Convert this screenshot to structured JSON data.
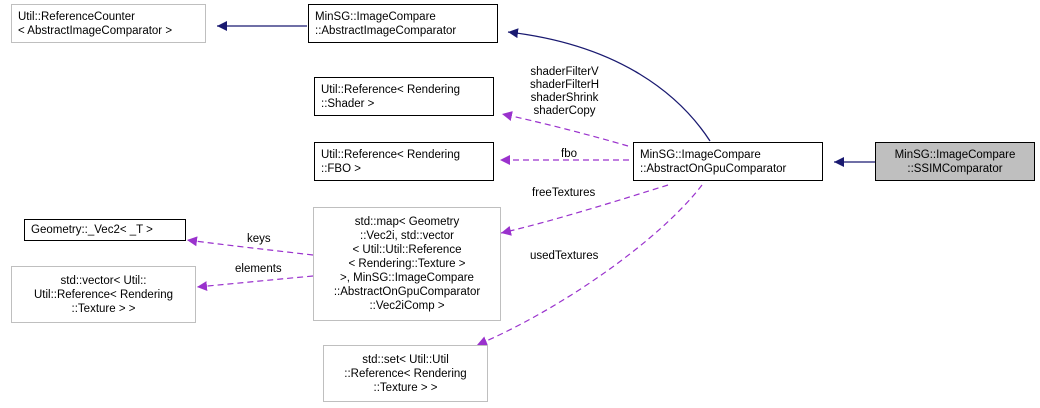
{
  "colors": {
    "inheritance_edge": "#191970",
    "usage_edge": "#9a32cd",
    "node_border": "#000000",
    "external_node_border": "#bfbfbf",
    "highlight_fill": "#bfbfbf"
  },
  "nodes": {
    "ref_counter": [
      "Util::ReferenceCounter",
      "< AbstractImageComparator >"
    ],
    "abstract_image_comparator": [
      "MinSG::ImageCompare",
      "::AbstractImageComparator"
    ],
    "ref_shader": [
      "Util::Reference< Rendering",
      "::Shader >"
    ],
    "ref_fbo": [
      "Util::Reference< Rendering",
      "::FBO >"
    ],
    "abstract_on_gpu": [
      "MinSG::ImageCompare",
      "::AbstractOnGpuComparator"
    ],
    "ssim": [
      "MinSG::ImageCompare",
      "::SSIMComparator"
    ],
    "vec2": [
      "Geometry::_Vec2< _T >"
    ],
    "vector_textures": [
      "std::vector< Util::",
      "Util::Reference< Rendering",
      "::Texture > >"
    ],
    "map_textures": [
      "std::map< Geometry",
      "::Vec2i, std::vector",
      "< Util::Util::Reference",
      "< Rendering::Texture >",
      ">, MinSG::ImageCompare",
      "::AbstractOnGpuComparator",
      "::Vec2iComp >"
    ],
    "set_textures": [
      "std::set< Util::Util",
      "::Reference< Rendering",
      "::Texture > >"
    ]
  },
  "edge_labels": {
    "shaders": [
      "shaderFilterV",
      "shaderFilterH",
      "shaderShrink",
      "shaderCopy"
    ],
    "fbo": "fbo",
    "free_textures": "freeTextures",
    "used_textures": "usedTextures",
    "keys": "keys",
    "elements": "elements"
  }
}
